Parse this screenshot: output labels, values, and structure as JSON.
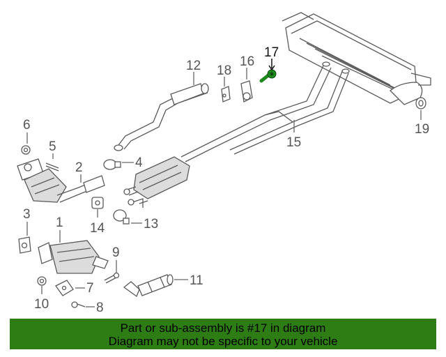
{
  "callouts": {
    "c1": "1",
    "c2": "2",
    "c3": "3",
    "c4": "4",
    "c5": "5",
    "c6": "6",
    "c7": "7",
    "c8": "8",
    "c9": "9",
    "c10": "10",
    "c11": "11",
    "c12": "12",
    "c13": "13",
    "c14": "14",
    "c15": "15",
    "c16": "16",
    "c17": "17",
    "c18": "18",
    "c19": "19"
  },
  "highlight": {
    "part_number": "17",
    "color": "#1e8a1e"
  },
  "banner": {
    "line1": "Part or sub-assembly is #17 in diagram",
    "line2": "Diagram may not be specific to your vehicle",
    "background": "#2e7d14"
  }
}
